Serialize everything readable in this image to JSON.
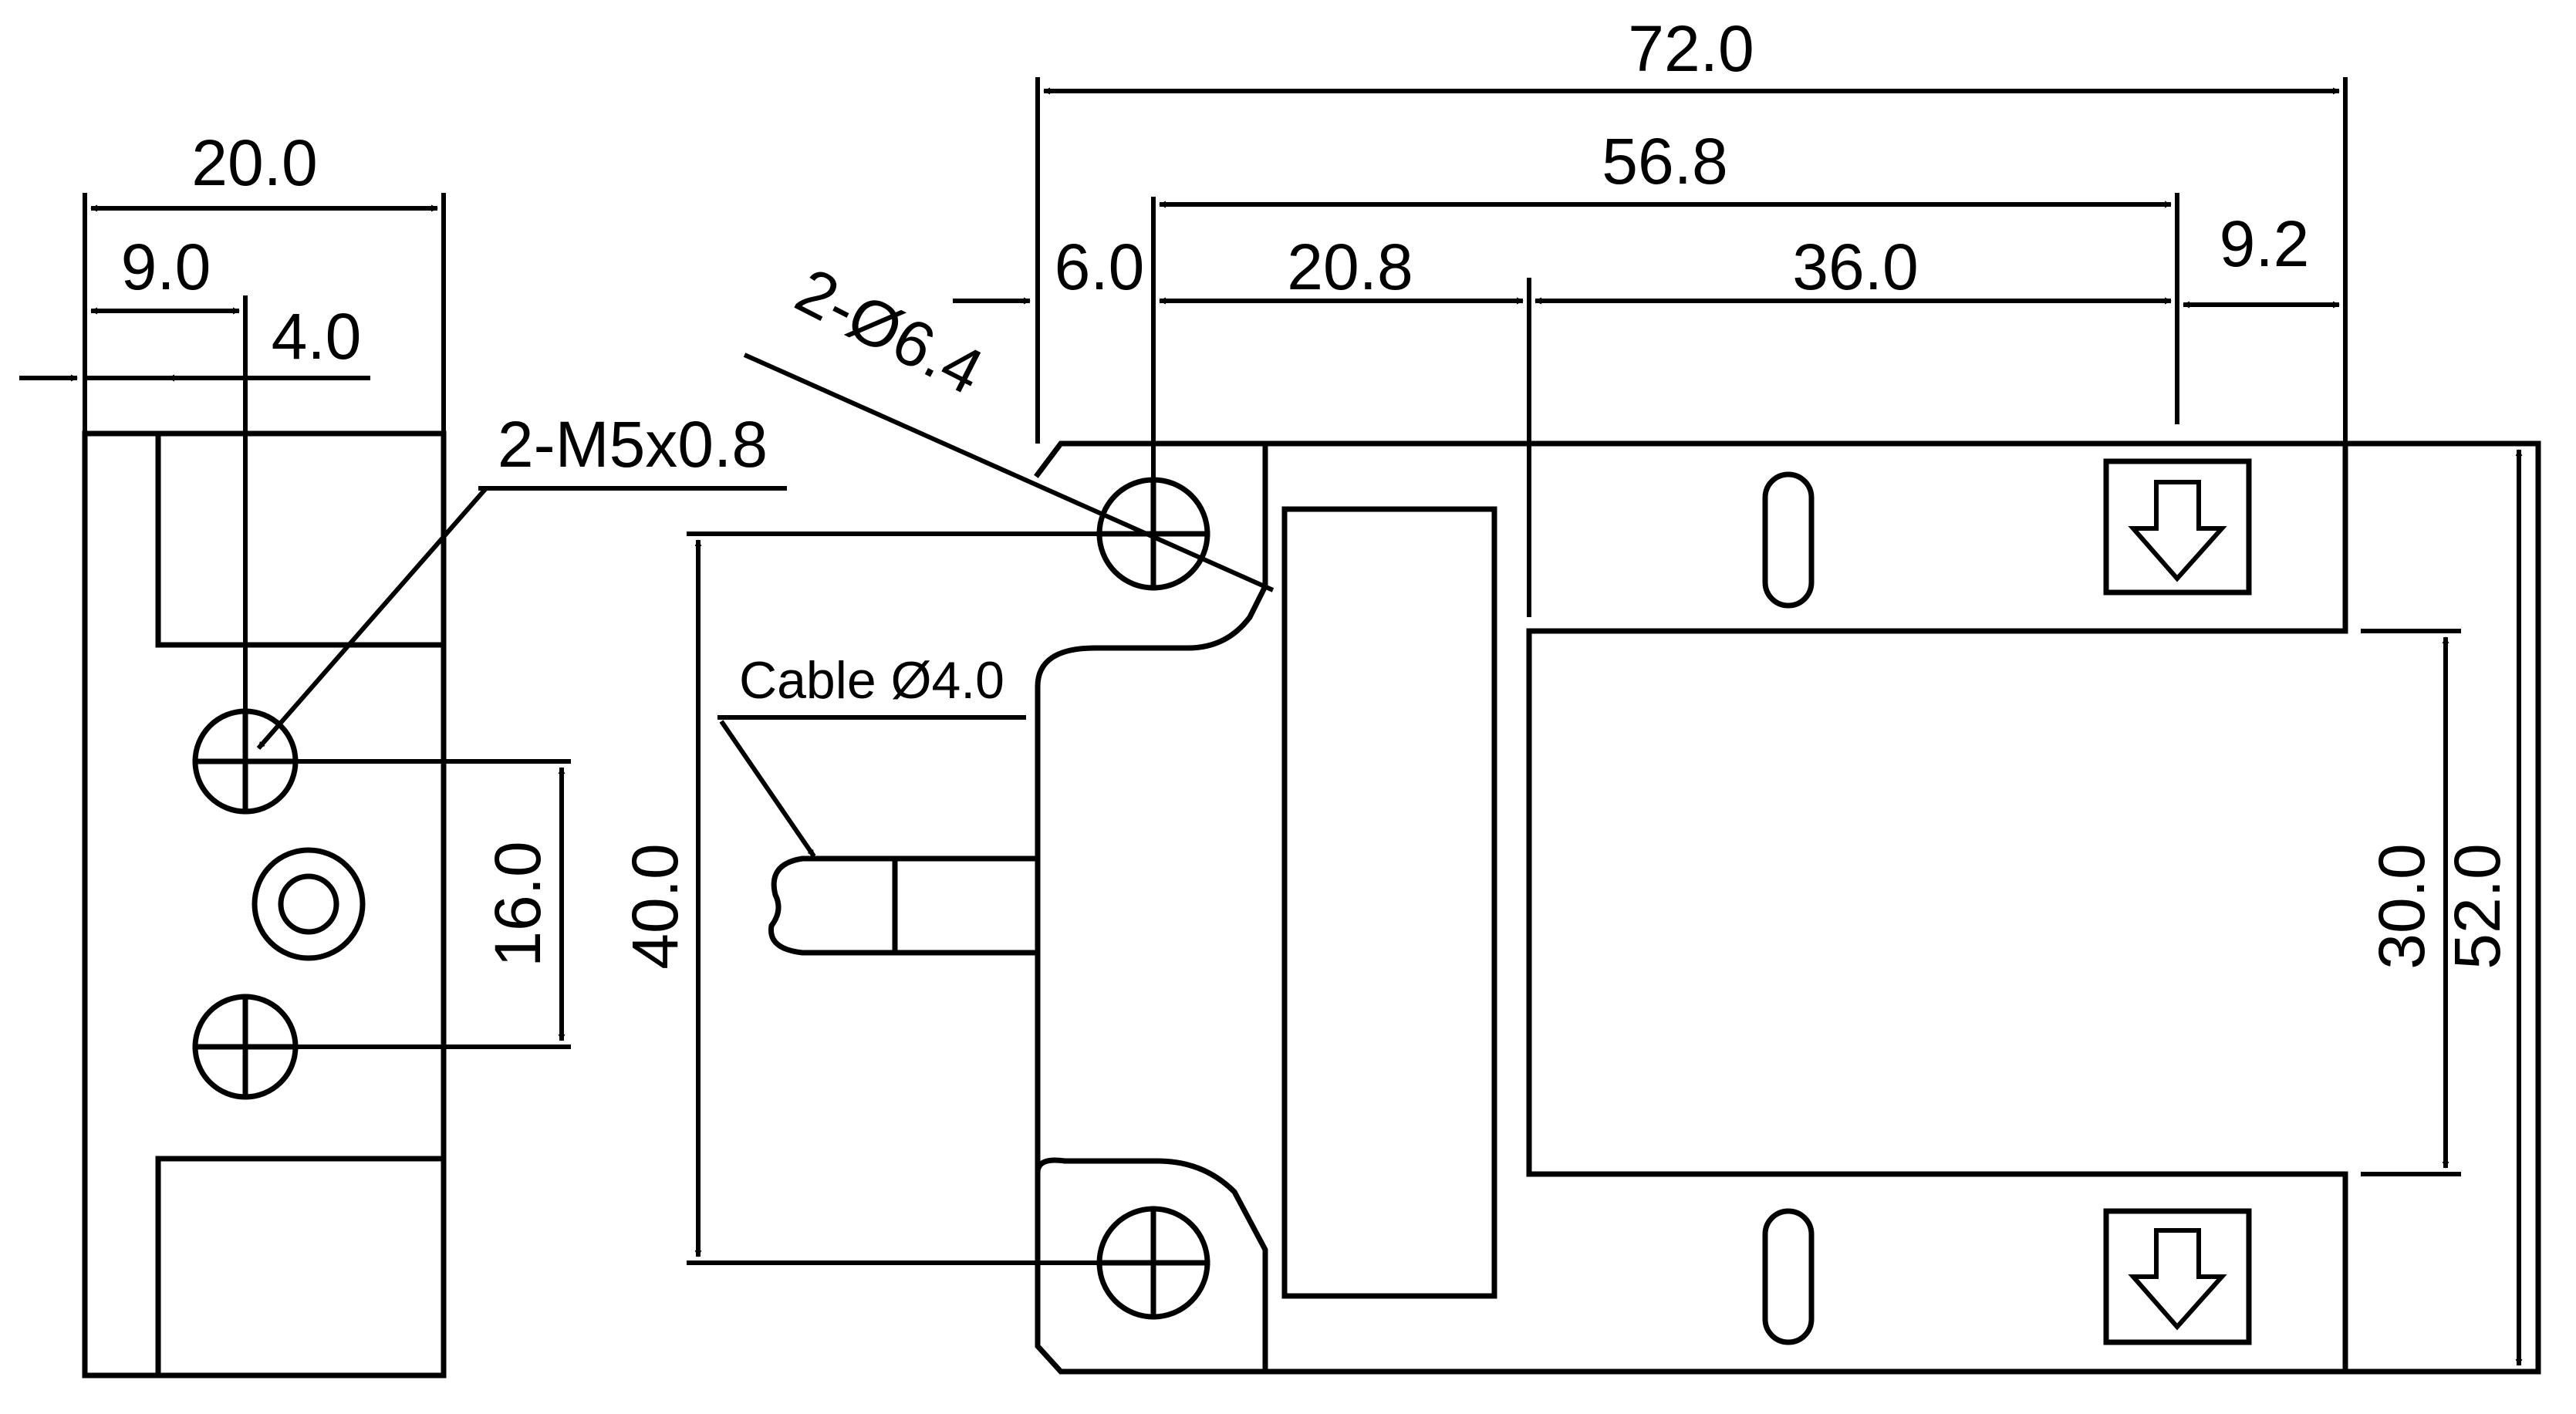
{
  "side_view": {
    "dim_width": "20.0",
    "dim_offset": "9.0",
    "dim_small": "4.0",
    "thread_label": "2-M5x0.8",
    "dim_hole_pitch": "16.0"
  },
  "front_view": {
    "dim_total_length": "72.0",
    "dim_mount_to_end": "56.8",
    "dim_edge_to_hole": "6.0",
    "dim_hole_to_step": "20.8",
    "dim_step_to_mark": "36.0",
    "dim_mark_to_edge": "9.2",
    "hole_label": "2-Ø6.4",
    "cable_label": "Cable Ø4.0",
    "dim_hole_spacing": "40.0",
    "dim_slot_height": "30.0",
    "dim_total_height": "52.0"
  }
}
